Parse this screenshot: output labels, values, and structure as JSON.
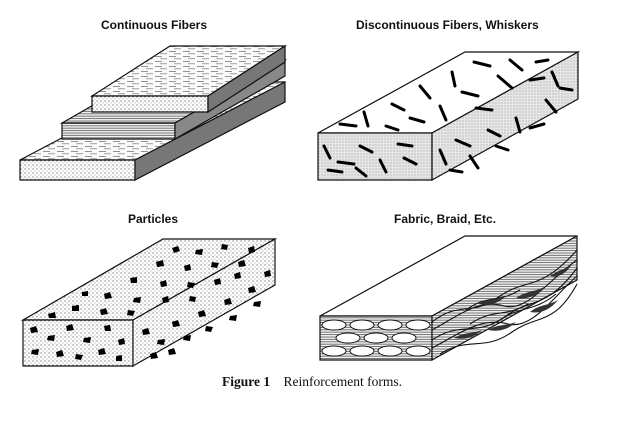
{
  "panels": [
    {
      "title": "Continuous Fibers"
    },
    {
      "title": "Discontinuous Fibers, Whiskers"
    },
    {
      "title": "Particles"
    },
    {
      "title": "Fabric, Braid, Etc."
    }
  ],
  "caption": {
    "label": "Figure 1",
    "text": "Reinforcement forms."
  }
}
